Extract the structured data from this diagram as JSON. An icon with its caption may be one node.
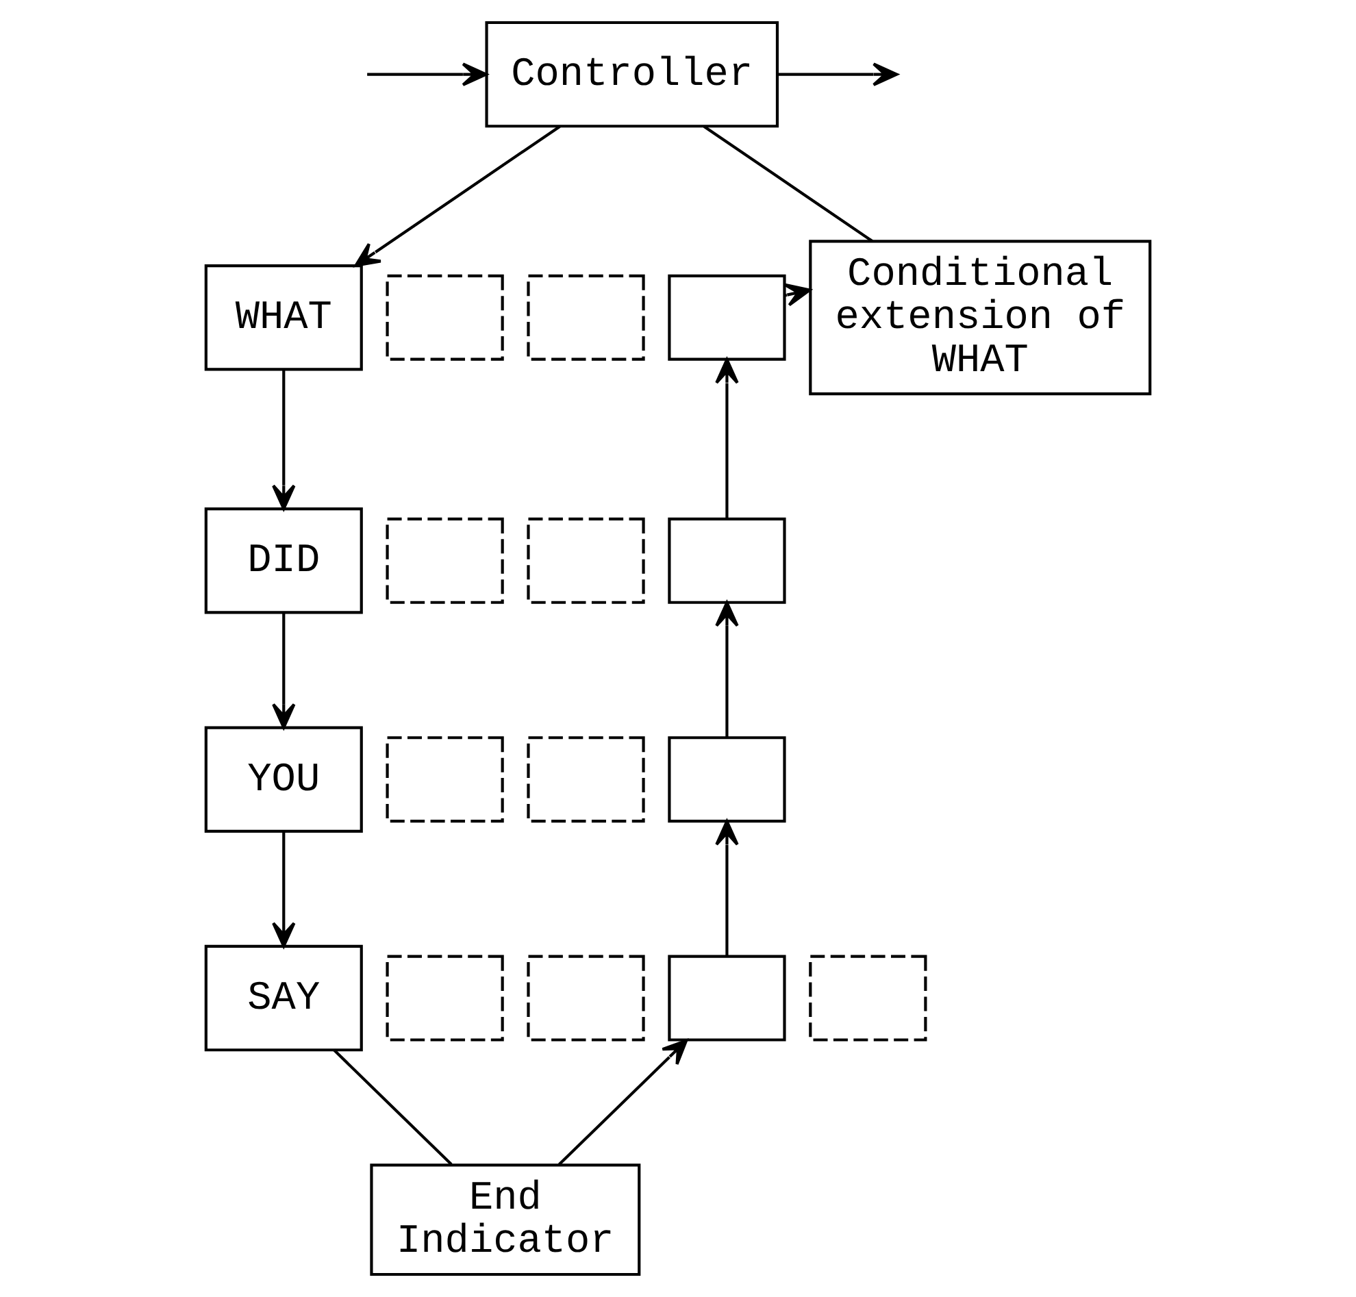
{
  "diagram": {
    "nodes": [
      {
        "text": [
          "Controller"
        ]
      },
      {
        "text": [
          "WHAT"
        ]
      },
      {
        "text": [],
        "shape": "box"
      },
      {
        "text": [],
        "shape": "box"
      },
      {
        "text": [],
        "shape": "box"
      },
      {
        "text": [
          "Conditional extension of WHAT"
        ]
      },
      {
        "text": [
          "DID"
        ]
      },
      {
        "text": [],
        "shape": "box"
      },
      {
        "text": [],
        "shape": "box"
      },
      {
        "text": [],
        "shape": "box"
      },
      {
        "text": [
          "YOU"
        ]
      },
      {
        "text": [],
        "shape": "box"
      },
      {
        "text": [],
        "shape": "box"
      },
      {
        "text": [],
        "shape": "box"
      },
      {
        "text": [
          "SAY"
        ]
      },
      {
        "text": [],
        "shape": "box"
      },
      {
        "text": [],
        "shape": "box"
      },
      {
        "text": [],
        "shape": "box"
      },
      {
        "text": [],
        "shape": "box"
      },
      {
        "text": [
          "End Indicator"
        ]
      }
    ],
    "edges": [
      {
        "from": 0,
        "to": null,
        "arrow": "to"
      },
      {
        "from": null,
        "to": 0,
        "arrow": "to"
      },
      {
        "from": 0,
        "to": 1,
        "arrow": "to"
      },
      {
        "from": 0,
        "to": 5,
        "arrow": "none"
      },
      {
        "from": 4,
        "to": 5,
        "arrow": "to"
      },
      {
        "from": 1,
        "to": 6,
        "arrow": "to"
      },
      {
        "from": 9,
        "to": 4,
        "arrow": "to"
      },
      {
        "from": 6,
        "to": 10,
        "arrow": "to"
      },
      {
        "from": 13,
        "to": 9,
        "arrow": "to"
      },
      {
        "from": 10,
        "to": 14,
        "arrow": "to"
      },
      {
        "from": 17,
        "to": 13,
        "arrow": "to"
      },
      {
        "from": 14,
        "to": 19,
        "arrow": "none"
      },
      {
        "from": 19,
        "to": 17,
        "arrow": "to"
      }
    ]
  }
}
